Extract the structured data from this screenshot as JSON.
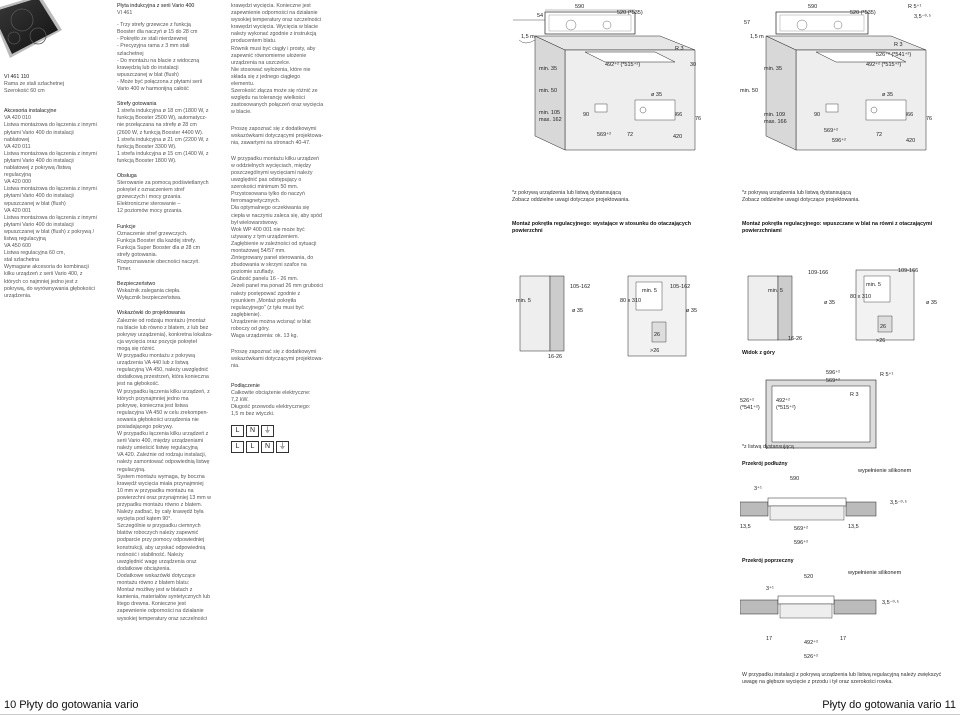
{
  "col1": {
    "model": "VI 461 110",
    "desc1": "Rama ze stali szlachetnej",
    "desc2": "Szerokość 60 cm",
    "acc_title": "Akcesoria instalacyjne",
    "acc_items": [
      "VA 420 010",
      "Listwa montażowa do łączenia z innymi",
      "płytami Vario 400 do instalacji",
      "nablatowej",
      "VA 420 011",
      "Listwa montażowa do łączenia z innymi",
      "płytami Vario 400 do instalacji",
      "nablatowej z pokrywą /listwą",
      "regulacyjną",
      "VA 420 000",
      "Listwa montażowa do łączenia z innymi",
      "płytami Vario 400 do instalacji",
      "wpuszczanej w blat (flush)",
      "VA 420 001",
      "Listwa montażowa do łączenia z innymi",
      "płytami Vario 400 do instalacji",
      "wpuszczanej w blat (flush) z pokrywą /",
      "listwą regulacyjną",
      "VA 450 600",
      "Listwa regulacyjna 60 cm,",
      "stal szlachetna",
      "Wymagane akcesoria do kombinacji",
      "kilku urządzeń z serii Vario 400, z",
      "których co najmniej jedno jest z",
      "pokrywą, do wyrównywania głębokości",
      "urządzenia."
    ]
  },
  "col2": {
    "head1": "Płyta indukcyjna z serii Vario 400",
    "head2": "VI 461",
    "bullets": [
      "- Trzy strefy grzewcze z funkcją",
      "  Booster dla naczyń ø 15 do 28 cm",
      "- Pokrętło ze stali nierdzewnej",
      "- Precyzyjna rama z 3 mm stali",
      "  szlachetnej",
      "- Do montażu na blacie z widoczną",
      "  krawędzią lub do instalacji",
      "  wpuszczanej w blat (flush)",
      "- Może być połączona z płytami serii",
      "  Vario 400 w harmonijną całość"
    ],
    "zones_title": "Strefy gotowania",
    "zones": [
      "1 strefa indukcyjna ø 18 cm (1800 W, z",
      "funkcją Booster 2500 W), automatycz-",
      "nie przełączana na strefę ø 28 cm",
      "(2600 W, z funkcją Booster 4400 W).",
      "1 strefa indukcyjna ø 21 cm (2200 W, z",
      "funkcją Booster 3300 W).",
      "1 strefa indukcyjna ø 15 cm (1400 W, z",
      "funkcją Booster 1800 W)."
    ],
    "ops_title": "Obsługa",
    "ops": [
      "Sterowanie za pomocą podświetlanych",
      "pokręteł z oznaczeniem stref",
      "grzewczych i mocy grzania.",
      "Elektroniczne sterowanie –",
      "12 poziomów mocy grzania."
    ],
    "func_title": "Funkcje",
    "func": [
      "Oznaczenie stref grzewczych.",
      "Funkcja Booster dla każdej strefy.",
      "Funkcja Super Booster dla ø 28 cm",
      "strefy gotowania.",
      "Rozpoznawanie obecności naczyń.",
      "Timer."
    ],
    "safety_title": "Bezpieczeństwo",
    "safety": [
      "Wskaźnik zalegania ciepła.",
      "Wyłącznik bezpieczeństwa."
    ],
    "proj_title": "Wskazówki do projektowania",
    "proj": [
      "Zaleznie od rodzaju montażu (montaż",
      "na blacie lub równo z blatem, z lub bez",
      "pokrywy urządzenia), konkretna lokaliza-",
      "cja wycięcia oraz pozycje pokręteł",
      "mogą się różnić.",
      "W przypadku montażu z pokrywą",
      "urządzenia VA 440 lub z listwą",
      "regulacyjną VA 450, należy uwzględnić",
      "dodatkową przestrzeń, która konieczna",
      "jest na głębokość.",
      "W przypadku łączenia kilku urządzeń, z",
      "których przynajmniej jedno ma",
      "pokrywę, konieczna jest listwa",
      "regulacyjna VA 450 w celu zrekompen-",
      "sowania głębokości urządzenia nie",
      "posiadającego pokrywy.",
      "W przypadku łączenia kilku urządzeń z",
      "serii Vario 400, między urządzeniami",
      "należy umieścić listwę regulacyjną",
      "VA 420. Zależnie od rodzaju instalacji,",
      "należy zamontować odpowiednią listwę",
      "regulacyjną.",
      "System montażu wymaga, by boczna",
      "krawędź wycięcia miała przynajmniej",
      "10 mm w przypadku montażu na",
      "powierzchni oraz przynajmniej 13 mm w",
      "przypadku montażu równo z blatem.",
      "Należy zadbać, by cały krawędź była",
      "wycięta pod kątem 90°.",
      "Szczególnie w przypadku ciemnych",
      "blatów roboczych należy zapewnić",
      "podparcie przy pomocy odpowiedniej",
      "konstrukcji, aby uzyskać odpowiednią",
      "nośność i stabilność. Należy",
      "uwzględnić wagę urządzenia oraz",
      "dodatkowe obciążenia.",
      "Dodatkowe wskazówki dotyczące",
      "montażu równo z blatem blatu:",
      "Montaż możliwy jest w blatach z",
      "kamienia, materiałów syntetycznych lub",
      "litego drewna. Konieczne jest",
      "zapewnienie odporności na działanie",
      "wysokiej temperatury oraz szczelności"
    ]
  },
  "col3": {
    "lines1": [
      "krawędzi wycięcia. Konieczne jest",
      "zapewnienie odporności na działanie",
      "wysokiej temperatury oraz szczelności",
      "krawędzi wycięcia. Wycięcia w blacie",
      "należy wykonać zgodnie z instrukcją",
      "producentem blatu.",
      "Równik musi być ciągły i prosty, aby",
      "zapewnić równomierne ułożenie",
      "urządzenia na uszczelce.",
      "Nie stosować wyłożenia, które nie",
      "składa się z jednego ciągłego",
      "elementu.",
      "Szerokość złącza może się różnić ze",
      "względu na tolerancję wielkości",
      "zastosowanych połączeń oraz wycięcia",
      "w blacie."
    ],
    "lines2": [
      "Proszę zapoznać się z dodatkowymi",
      "wskazówkami dotyczącymi projektowa-",
      "nia, zawartymi na stronach 40-47."
    ],
    "lines3": [
      "W przypadku montażu kilku urządzeń",
      "w oddzielnych wycięciach, między",
      "poszczególnymi wycięciami należy",
      "uwzględnić pas odstępujący o",
      "szerokości minimum 50 mm.",
      "Przystosowana tylko do naczyń",
      "ferromagnetycznych.",
      "Dla optymalnego oczekiwania się",
      "ciepła w naczyniu zaleca się, aby spód",
      "był wielowarstwowy.",
      "Wok WP 400 001 nie może być",
      "używany z tym urządzeniem.",
      "Zagłębienie w zależności od sytuacji",
      "montażowej 54/57 mm.",
      "Zintegrowany panel sterowania, do",
      "zbudowania w skrzyni szafce na",
      "poziomie szuflady.",
      "Grubość panelu 16 - 26 mm.",
      "Jeżeli panel ma ponad 26 mm grubości",
      "należy postępować zgodnie z",
      "rysunkiem „Montaż pokrętła",
      "regulacyjnego” (z tyłu musi być",
      "zagłębienie).",
      "Urządzenie można wcisnąć w blat",
      "roboczy od góry.",
      "Waga urządzenia: ok. 13 kg."
    ],
    "lines4": [
      "Proszę zapoznać się z dodatkowymi",
      "wskazówkami dotyczącymi projektowa-",
      "nia."
    ],
    "conn_title": "Podłączenie",
    "conn": [
      "Całkowite obciążenie elektryczne:",
      "7,2 kW.",
      "Długość przewodu elektrycznego:",
      "1,5 m bez wtyczki."
    ],
    "plug1": [
      "L",
      "N",
      "⏚"
    ],
    "plug2": [
      "L",
      "L",
      "N",
      "⏚"
    ]
  },
  "col4": {
    "dims": {
      "d590": "590",
      "d54": "54",
      "d520": "520 (*535)",
      "r3": "R 3",
      "d1_5m": "1,5 m",
      "min35": "min. 35",
      "d492": "492⁺² (*515⁺²)",
      "d30": "30",
      "min50": "min. 50",
      "min105": "min. 105",
      "max162": "max. 162",
      "d90": "90",
      "d60": "60",
      "d366": "366",
      "d76": "76",
      "phi35": "ø 35",
      "d569": "569⁺²",
      "d72": "72",
      "d420": "420"
    },
    "note1": "*z pokrywą urządzenia lub listwą dystansującą",
    "note2": "Zobacz oddzielne uwagi dotyczące projektowania.",
    "title2": "Montaż pokrętła regulacyjnego: wystające w stosunku do otaczających powierzchni",
    "dims2": {
      "min5": "min. 5",
      "d105": "105-162",
      "phi35b": "ø 35",
      "d80": "80 x 310",
      "min5b": "min. 5",
      "d105b": "105-162",
      "phi35c": "ø 35",
      "d1626": "16-26",
      "d26": "26",
      "gt26": ">26"
    }
  },
  "col5": {
    "dims": {
      "d590": "590",
      "d57": "57",
      "d520": "520 (*535)",
      "r5": "R 5⁺¹",
      "d35": "3,5⁻⁰·⁵",
      "d1_5m": "1,5 m",
      "r3": "R 3",
      "d526": "526⁺² (*541⁺²)",
      "d492": "492⁺² (*515⁺²)",
      "min35": "min. 35",
      "min50": "min. 50",
      "min109": "min. 109",
      "max166": "max. 166",
      "d90": "90",
      "d60": "60",
      "d366": "366",
      "d76": "76",
      "phi35": "ø 35",
      "d569": "569⁺²",
      "d596": "596⁺²",
      "d72": "72",
      "d420": "420"
    },
    "note1": "*z pokrywą urządzenia lub listwą dystansującą",
    "note2": "Zobacz oddzielne uwagi dotyczące projektowania.",
    "title2": "Montaż pokrętła regulacyjnego: wpuszczane w blat na równi z otaczającymi powierzchniami",
    "dims2": {
      "min5": "min. 5",
      "d109": "109-166",
      "phi35": "ø 35",
      "d80": "80 x 310",
      "min5b": "min. 5",
      "d109b": "109-166",
      "phi35b": "ø 35",
      "d1626": "16-26",
      "d26": "26",
      "gt26": ">26"
    },
    "top_title": "Widok z góry",
    "top_dims": {
      "d596": "596⁺²",
      "d569": "569⁺²",
      "r5": "R 5⁺¹",
      "r3": "R 3",
      "d526": "526⁺²",
      "d541": "(*541⁺²)",
      "d492": "492⁺²",
      "d515": "(*515⁺²)"
    },
    "top_note": "*z listwą dystansującą",
    "long_title": "Przekrój podłużny",
    "long_dims": {
      "d3": "3⁺¹",
      "d590": "590",
      "sealant": "wypełnienie silikonem",
      "d35": "3,5⁻⁰·⁵",
      "d135": "13,5",
      "d569": "569⁺²",
      "d135b": "13,5",
      "d596": "596⁺²"
    },
    "cross_title": "Przekrój poprzeczny",
    "cross_dims": {
      "d3": "3⁺¹",
      "d520": "520",
      "sealant": "wypełnienie silikonem",
      "d35": "3,5⁻⁰·⁵",
      "d17": "17",
      "d492": "492⁺²",
      "d17b": "17",
      "d526": "526⁺²"
    },
    "foot_note": "W przypadku instalacji z pokrywą urządzenia lub listwą regulacyjną należy zwiększyć uwagę na głębsze wycięcie z przodu i tył oraz szerokości rowka."
  },
  "footer": {
    "left": "10 Płyty do gotowania vario",
    "right": "Płyty do gotowania vario 11"
  }
}
